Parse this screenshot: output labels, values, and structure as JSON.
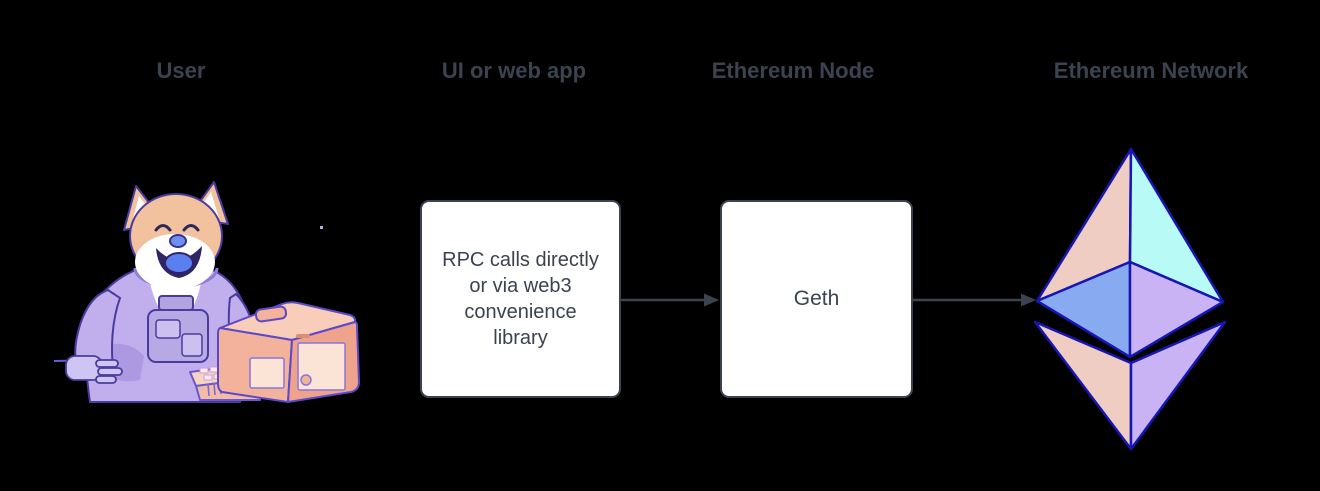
{
  "diagram": {
    "background_color": "#000000",
    "columns": [
      {
        "id": "user",
        "label": "User",
        "illustration": "doge-astronaut-at-computer"
      },
      {
        "id": "ui",
        "label": "UI or web app",
        "box_text": "RPC calls directly\nor via web3\nconvenience\nlibrary"
      },
      {
        "id": "node",
        "label": "Ethereum Node",
        "box_text": "Geth"
      },
      {
        "id": "network",
        "label": "Ethereum Network",
        "illustration": "ethereum-diamond-logo"
      }
    ],
    "arrows": [
      {
        "from": "UI or web app box",
        "to": "Ethereum Node box",
        "direction": "right"
      },
      {
        "from": "Ethereum Node box",
        "to": "Ethereum Network logo",
        "direction": "right"
      }
    ],
    "colors": {
      "label_text": "#3B4351",
      "box_background": "#FFFFFF",
      "box_border": "#3B4351",
      "box_text": "#3B4351",
      "arrow": "#3B4351",
      "eth_logo_stroke": "#1616B4",
      "eth_logo_top_left": "#F0CDC2",
      "eth_logo_top_right": "#B8FAF6",
      "eth_logo_mid_left": "#88AAF1",
      "eth_logo_mid_right": "#C9B3F5",
      "eth_logo_bottom_left": "#F0CDC2",
      "eth_logo_bottom_right": "#C9B3F5",
      "doge_fur": "#F2C19E",
      "doge_suit": "#C0AFEC",
      "doge_tongue": "#5B7FF0",
      "computer_body": "#EFA28C"
    }
  }
}
